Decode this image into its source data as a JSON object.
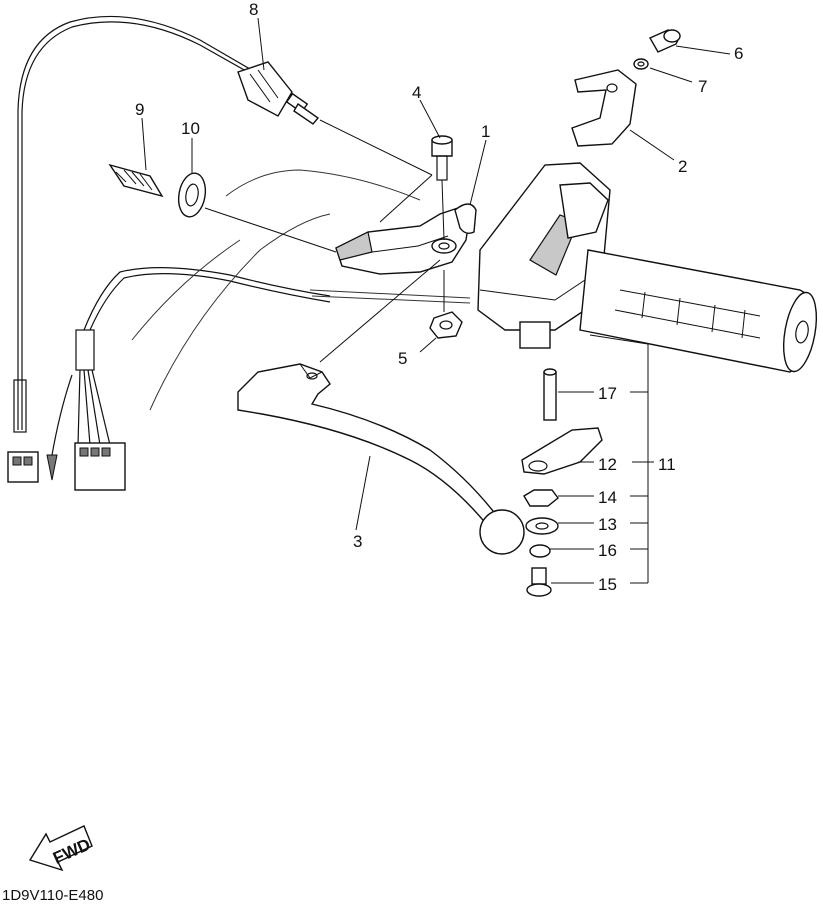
{
  "diagram": {
    "drawing_code": "1D9V110-E480",
    "direction_badge": "FWD",
    "callouts": [
      {
        "id": "callout-1",
        "label": "1"
      },
      {
        "id": "callout-2",
        "label": "2"
      },
      {
        "id": "callout-3",
        "label": "3"
      },
      {
        "id": "callout-4",
        "label": "4"
      },
      {
        "id": "callout-5",
        "label": "5"
      },
      {
        "id": "callout-6",
        "label": "6"
      },
      {
        "id": "callout-7",
        "label": "7"
      },
      {
        "id": "callout-8",
        "label": "8"
      },
      {
        "id": "callout-9",
        "label": "9"
      },
      {
        "id": "callout-10",
        "label": "10"
      },
      {
        "id": "callout-11",
        "label": "11"
      },
      {
        "id": "callout-12",
        "label": "12"
      },
      {
        "id": "callout-13",
        "label": "13"
      },
      {
        "id": "callout-14",
        "label": "14"
      },
      {
        "id": "callout-15",
        "label": "15"
      },
      {
        "id": "callout-16",
        "label": "16"
      },
      {
        "id": "callout-17",
        "label": "17"
      }
    ]
  }
}
